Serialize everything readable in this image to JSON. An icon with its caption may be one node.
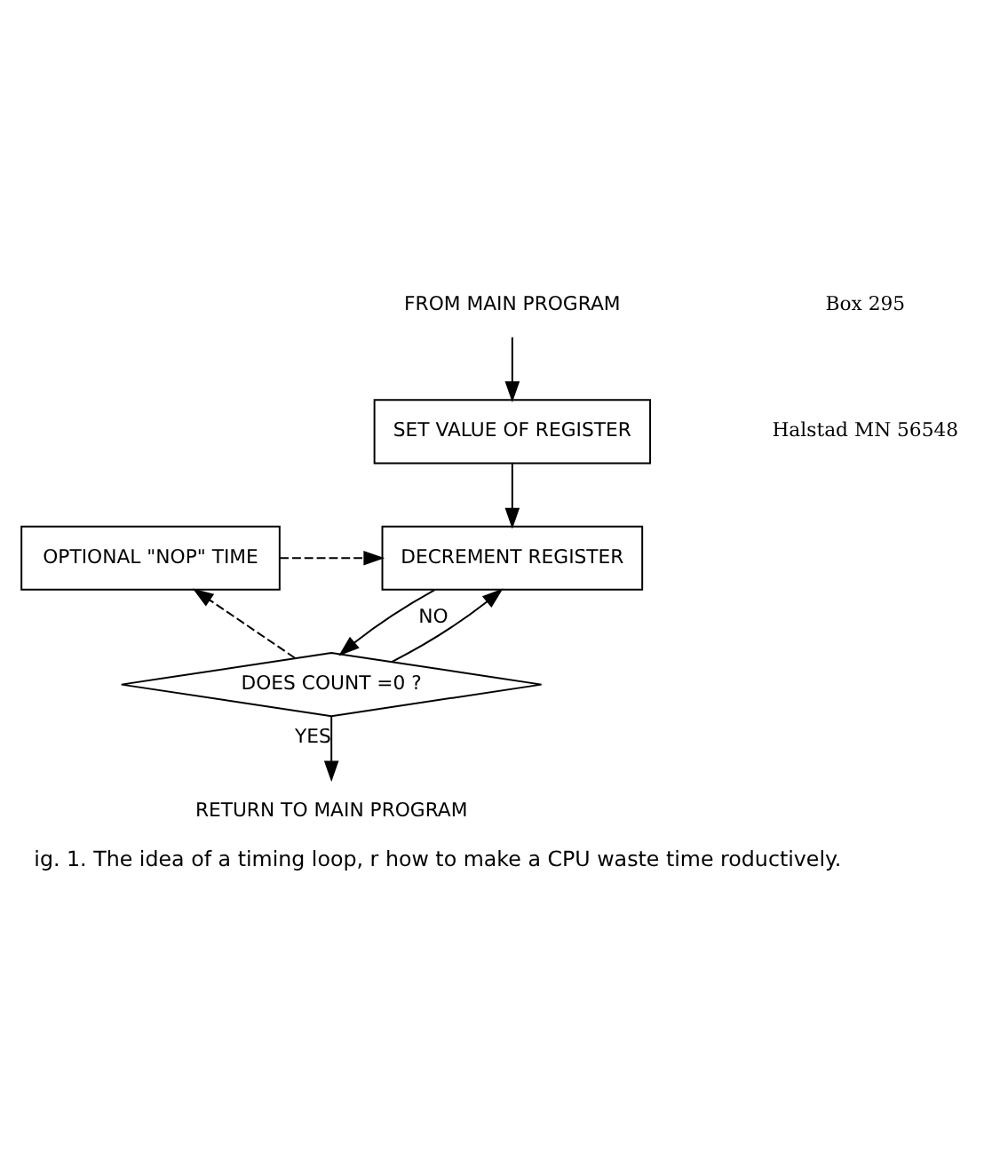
{
  "diagram": {
    "caption": "ig. 1. The idea of a timing loop, r how to make a CPU waste time roductively.",
    "nodes": [
      {
        "text": [
          "FROM MAIN PROGRAM"
        ]
      },
      {
        "text": [
          "SET VALUE OF REGISTER"
        ]
      },
      {
        "text": [
          "DECREMENT REGISTER"
        ]
      },
      {
        "text": [
          "DOES COUNT =0 ?"
        ]
      },
      {
        "text": [
          "RETURN TO MAIN PROGRAM"
        ]
      },
      {
        "text": [
          "OPTIONAL \"NOP\" TIME"
        ]
      }
    ],
    "edges": [
      {
        "from": 0,
        "to": 1,
        "arrow": "to"
      },
      {
        "from": 1,
        "to": 2,
        "arrow": "to"
      },
      {
        "from": 2,
        "to": 3,
        "arrow": "to"
      },
      {
        "from": 3,
        "to": 2,
        "arrow": "to",
        "label": "NO"
      },
      {
        "from": 3,
        "to": 5,
        "arrow": "to",
        "style": "dashed"
      },
      {
        "from": 5,
        "to": 2,
        "arrow": "to",
        "style": "dashed"
      },
      {
        "from": 3,
        "to": 4,
        "arrow": "to",
        "label": "YES"
      }
    ],
    "labels": [
      "Box 295",
      "Halstad MN 56548"
    ]
  }
}
